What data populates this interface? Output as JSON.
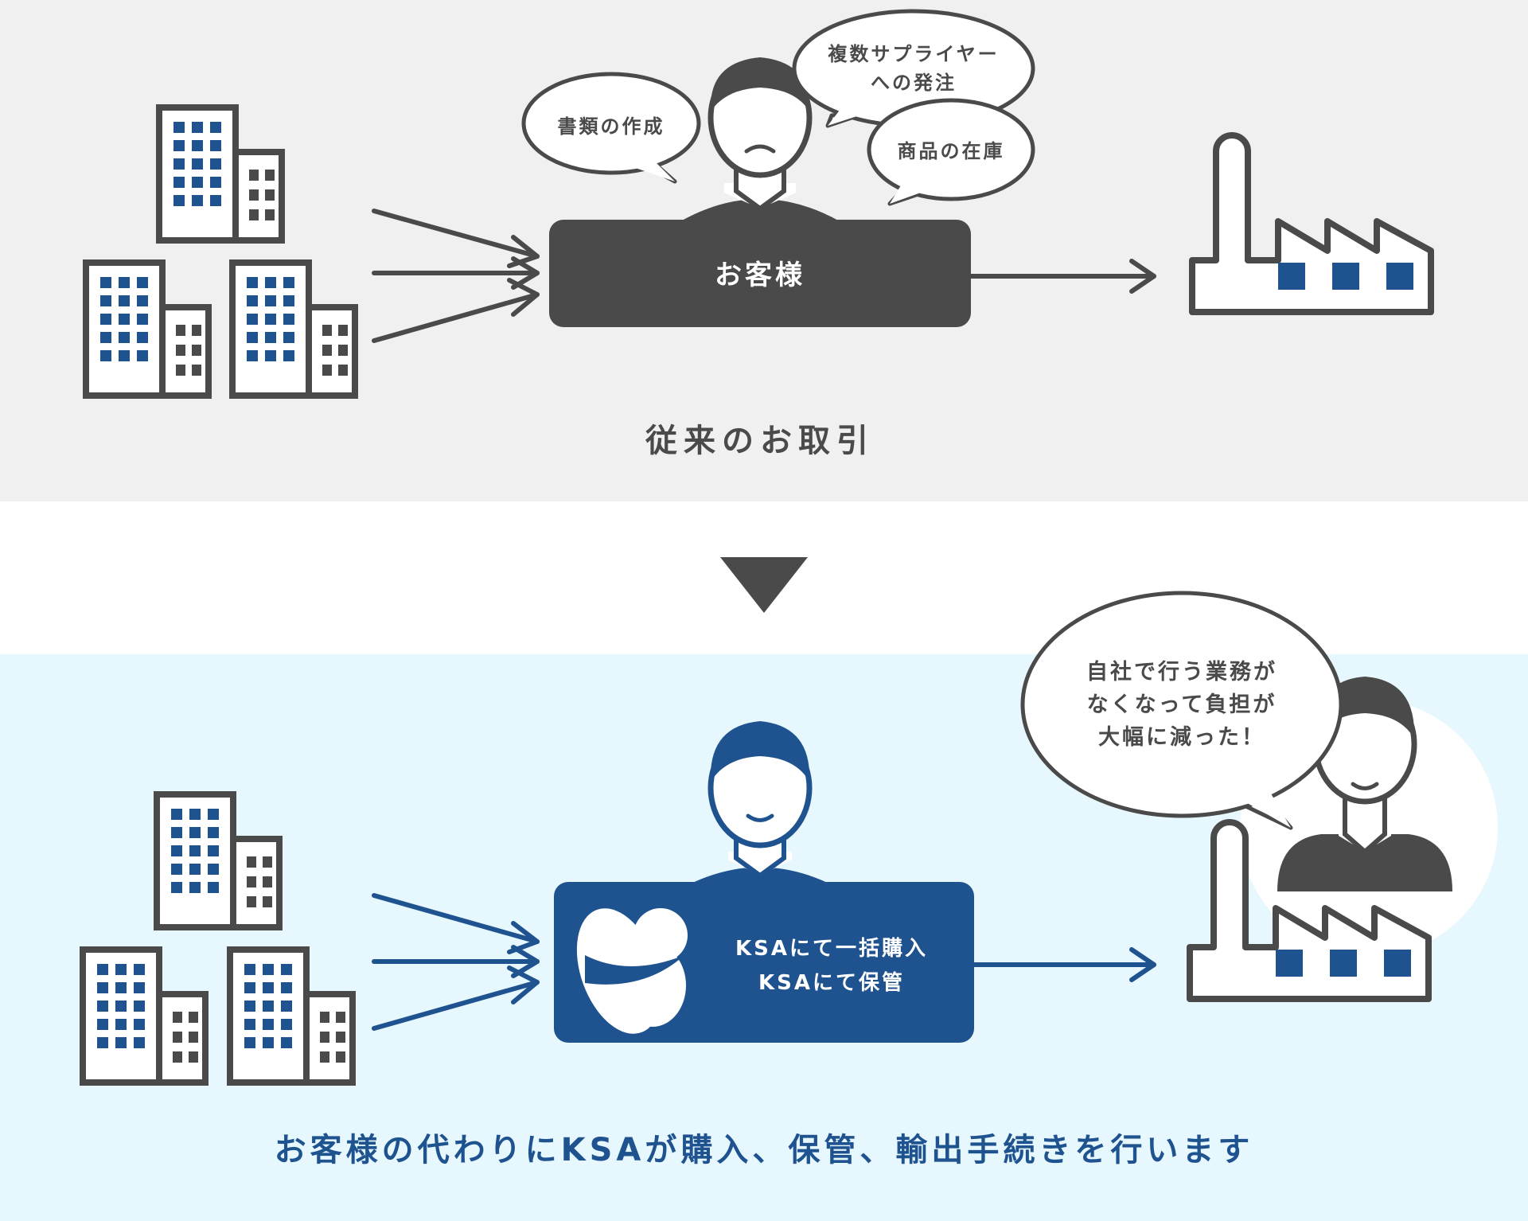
{
  "colors": {
    "gray": "#4a4a4a",
    "navy": "#1f5390",
    "top_bg": "#f0f0f0",
    "bottom_bg": "#e6f7fe",
    "white": "#ffffff"
  },
  "icons": {
    "building": "office-building-icon",
    "factory": "factory-icon",
    "person": "businessman-icon",
    "arrow": "arrow-right-icon",
    "triangle": "down-triangle-icon",
    "logo": "ksa-logo"
  },
  "before": {
    "hub_label": "お客様",
    "bubble_documents": "書類の作成",
    "bubble_suppliers_line1": "複数サプライヤー",
    "bubble_suppliers_line2": "への発注",
    "bubble_inventory": "商品の在庫",
    "caption": "従来のお取引"
  },
  "after": {
    "hub_line1": "KSAにて一括購入",
    "hub_line2": "KSAにて保管",
    "bubble_line1": "自社で行う業務が",
    "bubble_line2": "なくなって負担が",
    "bubble_line3": "大幅に減った！",
    "caption": "お客様の代わりにKSAが購入、保管、輸出手続きを行います"
  }
}
